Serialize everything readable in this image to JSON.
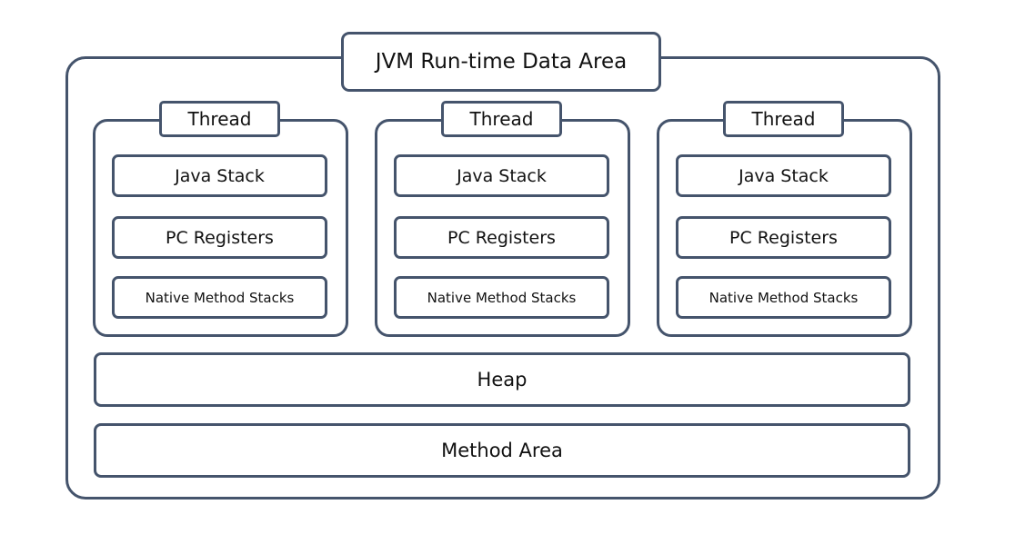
{
  "diagram": {
    "title": "JVM Run-time Data Area",
    "accent_color": "#45546c",
    "background_color": "#ffffff",
    "text_color": "#111111",
    "threads": [
      {
        "label": "Thread",
        "regions": [
          {
            "label": "Java Stack"
          },
          {
            "label": "PC Registers"
          },
          {
            "label": "Native Method Stacks"
          }
        ]
      },
      {
        "label": "Thread",
        "regions": [
          {
            "label": "Java Stack"
          },
          {
            "label": "PC Registers"
          },
          {
            "label": "Native Method Stacks"
          }
        ]
      },
      {
        "label": "Thread",
        "regions": [
          {
            "label": "Java Stack"
          },
          {
            "label": "PC Registers"
          },
          {
            "label": "Native Method Stacks"
          }
        ]
      }
    ],
    "shared": [
      {
        "label": "Heap"
      },
      {
        "label": "Method Area"
      }
    ]
  }
}
